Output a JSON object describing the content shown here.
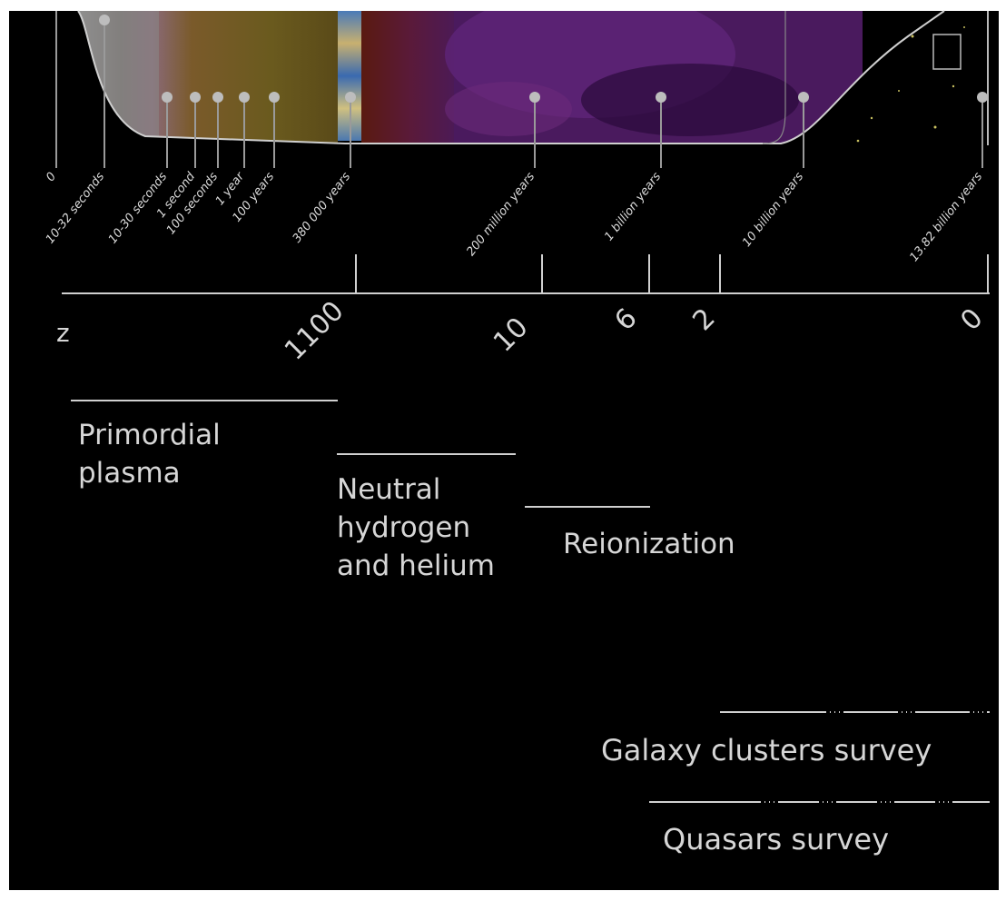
{
  "timeline": {
    "times": [
      "0",
      "10-32 seconds",
      "10-30 seconds",
      "1 second",
      "100 seconds",
      "1 year",
      "100 years",
      "380 000 years",
      "200 million years",
      "1 billion years",
      "10 billion years",
      "13.82 billion years"
    ]
  },
  "redshift": {
    "axis_label": "z",
    "ticks": [
      "1100",
      "10",
      "6",
      "2",
      "0"
    ]
  },
  "eras": {
    "primordial": "Primordial\nplasma",
    "neutral": "Neutral\nhydrogen\nand helium",
    "reionization": "Reionization"
  },
  "surveys": {
    "galaxy_clusters": "Galaxy clusters survey",
    "quasars": "Quasars survey"
  },
  "colors": {
    "background": "#000000",
    "text": "#d6d6d6",
    "marker": "#bdbdbd",
    "cosmic_web": "#6a2a8c",
    "early_universe": "#8a6a2a"
  }
}
